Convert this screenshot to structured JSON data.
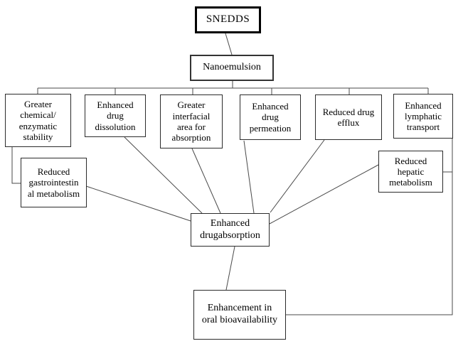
{
  "nodes": {
    "snedds": "SNEDDS",
    "nanoemulsion": "Nanoemulsion",
    "stability": "Greater\nchemical/\nenzymatic\nstability",
    "dissolution": "Enhanced\ndrug\ndissolution",
    "interfacial": "Greater\ninterfacial\narea for\nabsorption",
    "permeation": "Enhanced\ndrug\npermeation",
    "efflux": "Reduced drug\nefflux",
    "lymphatic": "Enhanced\nlymphatic\ntransport",
    "gastro": "Reduced\ngastrointestin\nal metabolism",
    "hepatic": "Reduced\nhepatic\nmetabolism",
    "absorption": "Enhanced\ndrugabsorption",
    "bioavailability": "Enhancement in\noral bioavailability"
  },
  "style": {
    "line_color": "#4a4a4a",
    "border_color": "#2b2b2b",
    "background": "#ffffff"
  }
}
